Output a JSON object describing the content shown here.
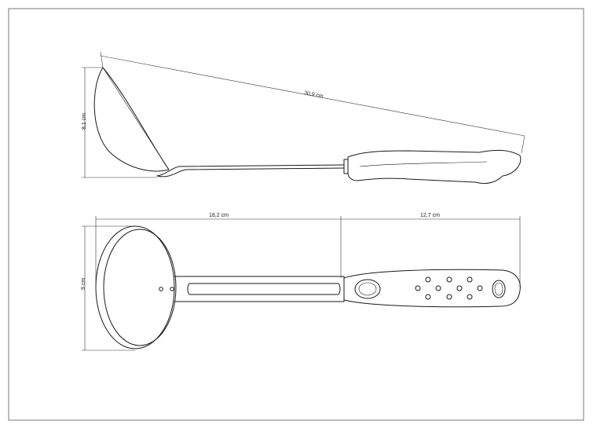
{
  "drawing": {
    "side_view": {
      "length_label": "30,9 cm",
      "height_label": "8,1 cm"
    },
    "top_view": {
      "bowl_length_label": "18,2 cm",
      "handle_length_label": "12,7 cm",
      "width_label": "9 cm"
    }
  },
  "colors": {
    "line": "#1a1a1a",
    "frame": "#555555",
    "background": "#ffffff"
  }
}
